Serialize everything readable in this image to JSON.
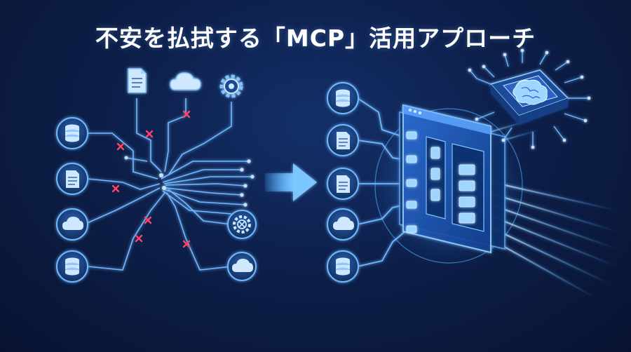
{
  "title": "不安を払拭する「MCP」活用アプローチ",
  "colors": {
    "background": "#0d1f4a",
    "line": "#6fb8ff",
    "glow": "#3aa0ff",
    "node_fill": "#1a3e7a",
    "error_mark": "#ff4466",
    "chip": "#3a6fd0"
  },
  "left_group": {
    "description_icons": [
      "document-icon",
      "cloud-icon",
      "gear-icon",
      "database-icon",
      "document-icon",
      "cloud-icon",
      "database-icon",
      "gear-icon",
      "cloud-icon"
    ],
    "broken_link_count": 7
  },
  "right_group": {
    "source_icons": [
      "database-icon",
      "document-icon",
      "document-icon",
      "cloud-icon",
      "database-icon"
    ],
    "hub_icon": "mcp-hub-panel",
    "ai_icon": "brain-chip-icon"
  }
}
